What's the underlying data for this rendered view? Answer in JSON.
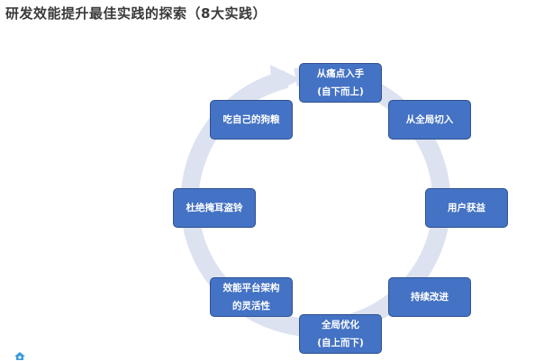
{
  "title": "研发效能提升最佳实践的探索（8大实践）",
  "colors": {
    "node_fill": "#4472c4",
    "ring": "#dde2f1",
    "title_text": "#3a3a3a"
  },
  "icons": [
    "logo-icon"
  ],
  "nodes": [
    {
      "lines": [
        "从痛点入手",
        "(自下而上)"
      ]
    },
    {
      "lines": [
        "从全局切入"
      ]
    },
    {
      "lines": [
        "用户获益"
      ]
    },
    {
      "lines": [
        "持续改进"
      ]
    },
    {
      "lines": [
        "全局优化",
        "(自上而下)"
      ]
    },
    {
      "lines": [
        "效能平台架构",
        "的灵活性"
      ]
    },
    {
      "lines": [
        "杜绝掩耳盗铃"
      ]
    },
    {
      "lines": [
        "吃自己的狗粮"
      ]
    }
  ]
}
